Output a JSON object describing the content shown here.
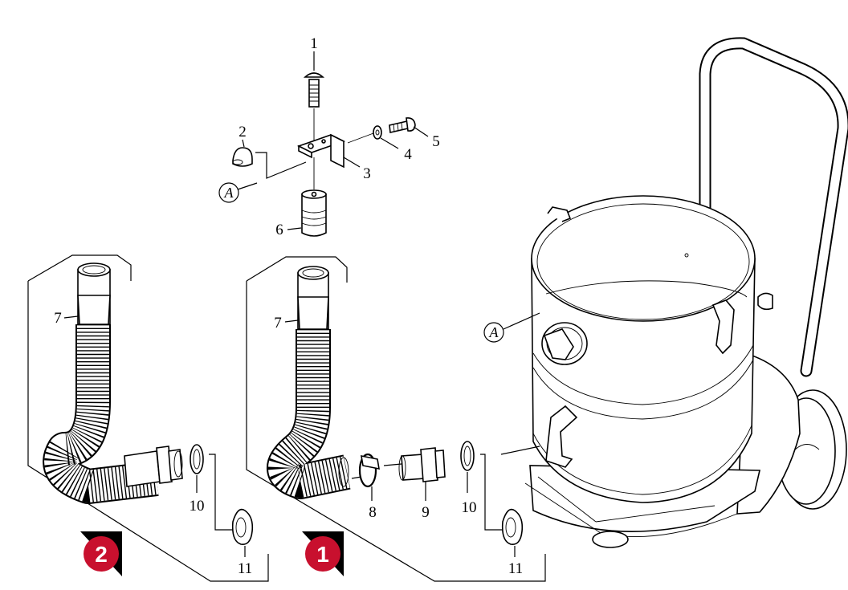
{
  "callouts": {
    "c1": "1",
    "c2": "2",
    "c3": "3",
    "c4": "4",
    "c5": "5",
    "c6": "6",
    "c7a": "7",
    "c7b": "7",
    "c8": "8",
    "c9": "9",
    "c10a": "10",
    "c10b": "10",
    "c11a": "11",
    "c11b": "11"
  },
  "reference_marks": {
    "a_top": "A",
    "a_body": "A"
  },
  "variants": {
    "variant_1": "1",
    "variant_2": "2"
  },
  "colors": {
    "badge": "#c8102e",
    "line": "#000000",
    "background": "#ffffff"
  }
}
